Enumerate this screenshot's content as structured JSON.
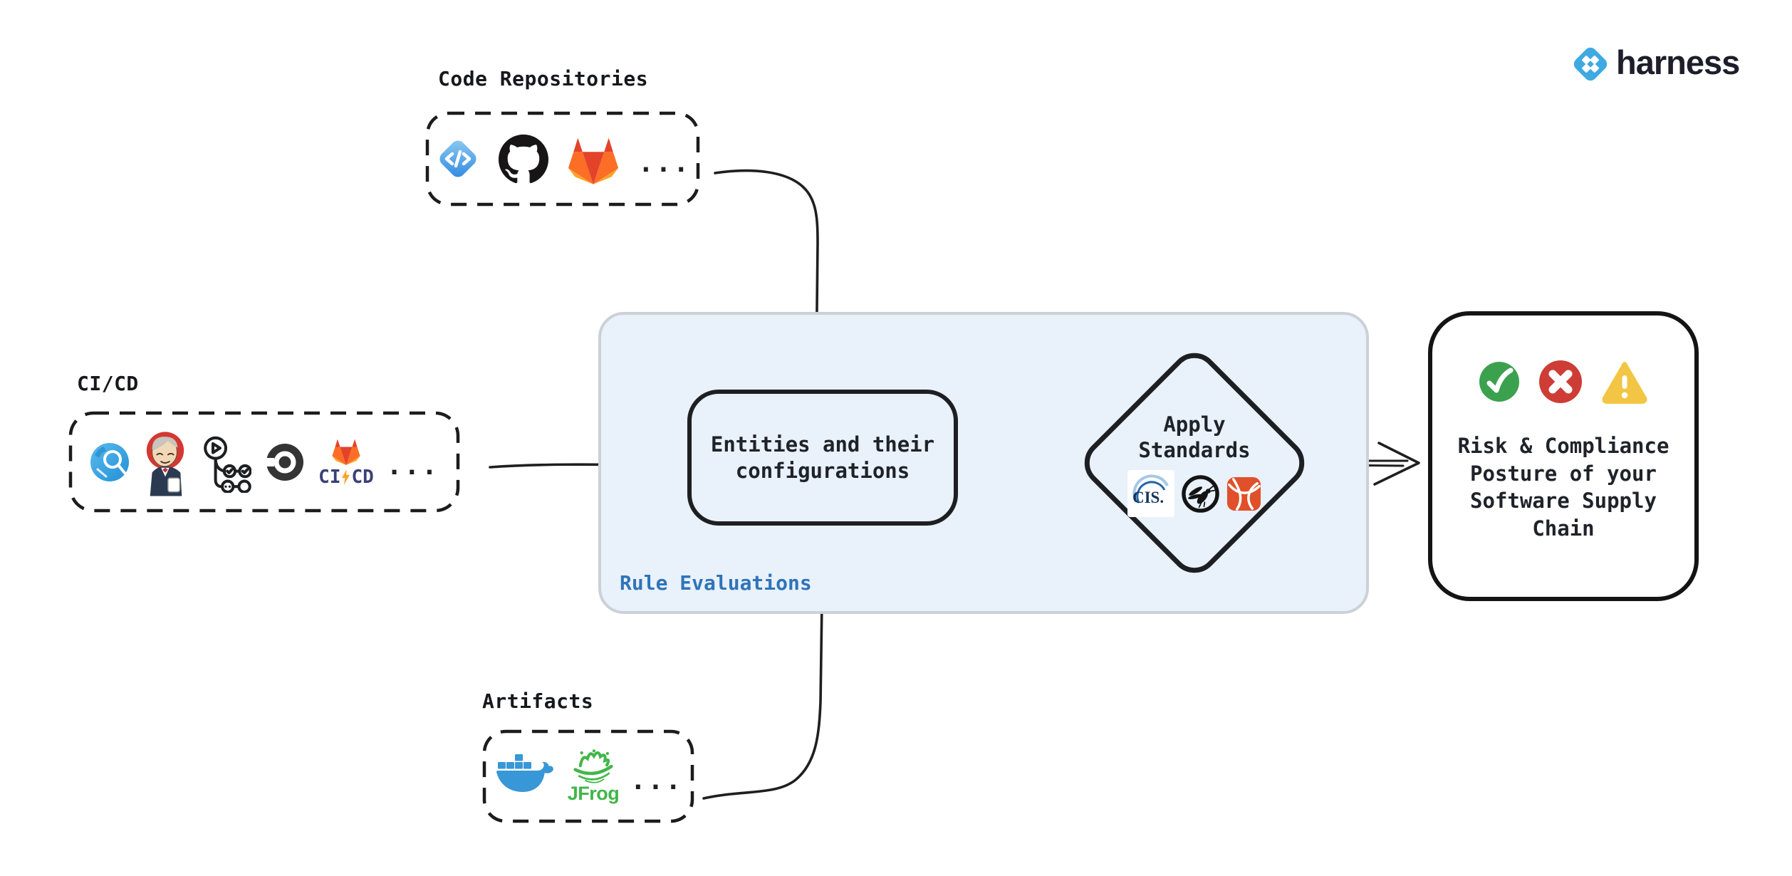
{
  "brand": {
    "wordmark": "harness",
    "logo_color": "#3fa9e1",
    "text_color": "#1d1d2b"
  },
  "groups": {
    "code_repositories": {
      "label": "Code Repositories",
      "icons": [
        "harness-code-icon",
        "github-icon",
        "gitlab-icon"
      ],
      "ellipsis": "..."
    },
    "cicd": {
      "label": "CI/CD",
      "icons": [
        "harness-ci-icon",
        "jenkins-icon",
        "github-actions-icon",
        "circleci-icon",
        "gitlab-cicd-icon"
      ],
      "gitlab_ci": "CI",
      "gitlab_cd": "CD",
      "ellipsis": "..."
    },
    "artifacts": {
      "label": "Artifacts",
      "icons": [
        "docker-icon",
        "jfrog-icon"
      ],
      "jfrog_text": "JFrog",
      "ellipsis": "..."
    }
  },
  "rule_evaluations": {
    "label": "Rule Evaluations",
    "label_color": "#2e74b9",
    "fill": "#e9f1fb",
    "border": "#ccd1d7"
  },
  "entities_box": {
    "text": [
      "Entities and their",
      "configurations"
    ]
  },
  "apply_standards": {
    "text": [
      "Apply",
      "Standards"
    ],
    "icons": [
      "cis-icon",
      "owasp-icon",
      "standards-ribbon-icon"
    ],
    "cis_text": "CIS."
  },
  "outcome_box": {
    "icons": [
      "check-circle-icon",
      "x-circle-icon",
      "warning-triangle-icon"
    ],
    "text": [
      "Risk & Compliance",
      "Posture of your",
      "Software Supply",
      "Chain"
    ],
    "check_color": "#3ca14f",
    "error_color": "#cd3d35",
    "warning_color": "#f2c644"
  }
}
